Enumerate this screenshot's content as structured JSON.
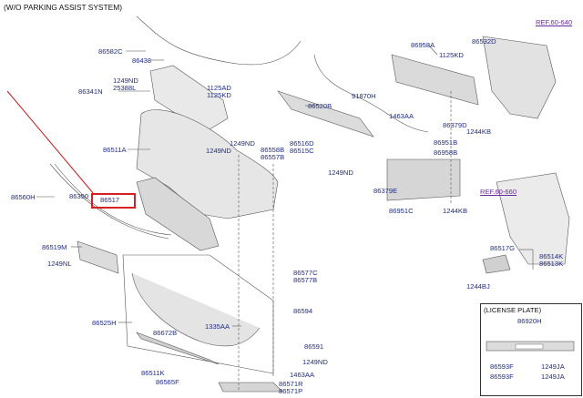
{
  "header": {
    "title": "(W/O PARKING ASSIST SYSTEM)"
  },
  "refs": {
    "ref1": "REF.60-640",
    "ref2": "REF.60-660"
  },
  "license_plate": {
    "title": "(LICENSE PLATE)"
  },
  "parts": {
    "p86582C": "86582C",
    "p86438": "86438",
    "p1249ND_a": "1249ND",
    "p25388L": "25388L",
    "p86341N": "86341N",
    "p1125AD": "1125AD",
    "p1125KD_a": "1125KD",
    "p86511A": "86511A",
    "p1249ND_b": "1249ND",
    "p1249ND_c": "1249ND",
    "p86558B": "86558B",
    "p86557B": "86557B",
    "p86516D": "86516D",
    "p86515C": "86515C",
    "p1249ND_d": "1249ND",
    "p86560H": "86560H",
    "p86350": "86350",
    "p86517": "86517",
    "p86519M": "86519M",
    "p1249NL": "1249NL",
    "p86525H": "86525H",
    "p86672B": "86672B",
    "p86511K": "86511K",
    "p86565F": "86565F",
    "p1335AA": "1335AA",
    "p86577C": "86577C",
    "p86577B": "86577B",
    "p86594": "86594",
    "p86591": "86591",
    "p1249ND_e": "1249ND",
    "p1463AA_a": "1463AA",
    "p86571R": "86571R",
    "p86571P": "86571P",
    "p86520B": "86520B",
    "p91870H": "91870H",
    "p1463AA_b": "1463AA",
    "p86958A": "86958A",
    "p86532D": "86532D",
    "p1125KD_b": "1125KD",
    "p86379D": "86379D",
    "p1244KB_a": "1244KB",
    "p86951B": "86951B",
    "p86958B": "86958B",
    "p86379E": "86379E",
    "p86951C": "86951C",
    "p1244KB_b": "1244KB",
    "p86517G": "86517G",
    "p86514K": "86514K",
    "p86513K": "86513K",
    "p1244BJ": "1244BJ",
    "p86920H": "86920H",
    "p86593F_a": "86593F",
    "p86593F_b": "86593F",
    "p1249JA_a": "1249JA",
    "p1249JA_b": "1249JA"
  }
}
